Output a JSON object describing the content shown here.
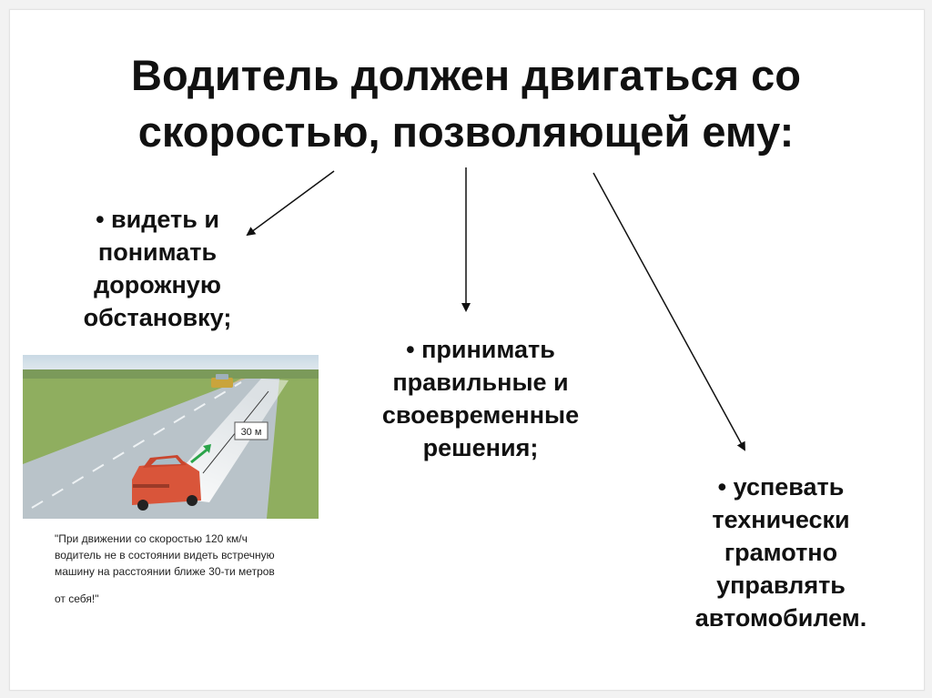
{
  "title": {
    "line1": "Водитель должен двигаться со",
    "line2": "скоростью, позволяющей ему:"
  },
  "points": [
    {
      "lines": [
        "• видеть и",
        "понимать",
        "дорожную",
        "обстановку;"
      ]
    },
    {
      "lines": [
        "• принимать",
        "правильные и",
        "своевременные",
        "решения;"
      ]
    },
    {
      "lines": [
        "• успевать",
        "технически",
        "грамотно",
        "управлять",
        "автомобилем."
      ]
    }
  ],
  "illustration": {
    "distance_label": "30 м",
    "caption_lines": [
      "\"При движении со скоростью 120 км/ч",
      "водитель не в состоянии видеть встречную",
      "машину на расстоянии ближе 30-ти метров",
      "от себя!\""
    ]
  },
  "colors": {
    "sky": "#dbe6ee",
    "grass": "#8fae5f",
    "road": "#b9c3c9",
    "car": "#d9553a",
    "arrow": "#2aa44a"
  }
}
